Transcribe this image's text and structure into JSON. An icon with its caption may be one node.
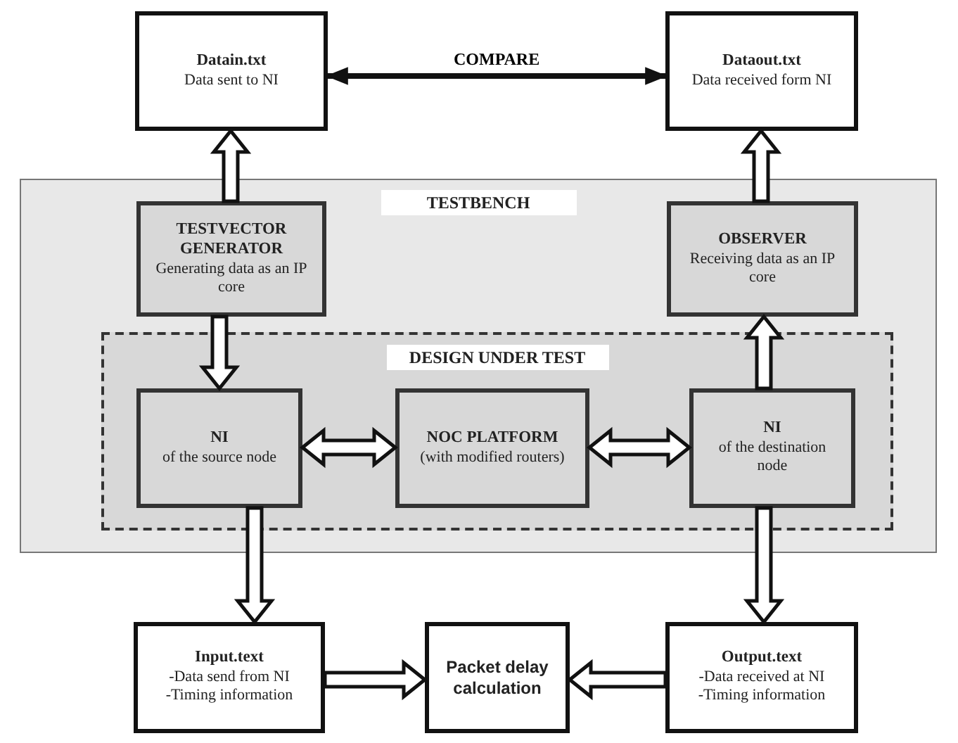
{
  "diagram": {
    "nodes": [
      {
        "text": [
          "Datain.txt",
          "Data sent to NI"
        ]
      },
      {
        "text": [
          "Dataout.txt",
          "Data received form NI"
        ]
      },
      {
        "text": [
          "TESTBENCH"
        ]
      },
      {
        "text": [
          "TESTVECTOR GENERATOR",
          "Generating data as an IP core"
        ],
        "in": 2
      },
      {
        "text": [
          "OBSERVER",
          "Receiving data as an IP core"
        ],
        "in": 2
      },
      {
        "text": [
          "DESIGN UNDER TEST"
        ],
        "in": 2
      },
      {
        "text": [
          "NI",
          "of the source node"
        ],
        "in": 5
      },
      {
        "text": [
          "NOC PLATFORM",
          "(with modified routers)"
        ],
        "in": 5
      },
      {
        "text": [
          "NI",
          "of the destination node"
        ],
        "in": 5
      },
      {
        "text": [
          "Input.text",
          "-Data send from NI",
          "-Timing information"
        ]
      },
      {
        "text": [
          "Packet delay calculation"
        ]
      },
      {
        "text": [
          "Output.text",
          "-Data received at NI",
          "-Timing information"
        ]
      }
    ],
    "edges": [
      {
        "from": 0,
        "to": 1,
        "arrow": "both",
        "label": "COMPARE"
      },
      {
        "from": 3,
        "to": 0,
        "arrow": "to",
        "style": "thick"
      },
      {
        "from": 4,
        "to": 1,
        "arrow": "to",
        "style": "thick"
      },
      {
        "from": 3,
        "to": 6,
        "arrow": "to",
        "style": "thick"
      },
      {
        "from": 8,
        "to": 4,
        "arrow": "to",
        "style": "thick"
      },
      {
        "from": 6,
        "to": 7,
        "arrow": "both",
        "style": "thick"
      },
      {
        "from": 7,
        "to": 8,
        "arrow": "both",
        "style": "thick"
      },
      {
        "from": 6,
        "to": 9,
        "arrow": "to",
        "style": "thick"
      },
      {
        "from": 8,
        "to": 11,
        "arrow": "to",
        "style": "thick"
      },
      {
        "from": 9,
        "to": 10,
        "arrow": "to",
        "style": "thick"
      },
      {
        "from": 11,
        "to": 10,
        "arrow": "to",
        "style": "thick"
      }
    ]
  }
}
